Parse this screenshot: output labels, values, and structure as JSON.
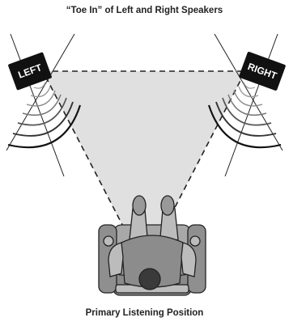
{
  "title": "“Toe In” of Left and Right Speakers",
  "speakers": {
    "left_label": "LEFT",
    "right_label": "RIGHT"
  },
  "caption": "Primary Listening Position"
}
